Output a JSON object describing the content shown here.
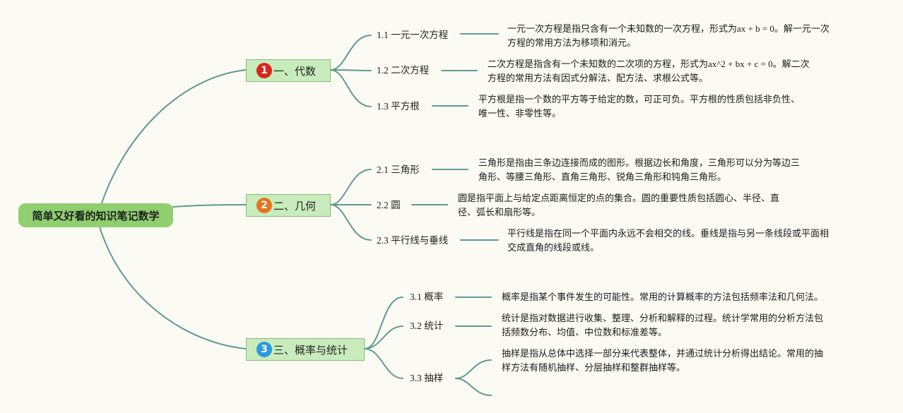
{
  "root": {
    "title": "简单又好看的知识笔记数学"
  },
  "branches": [
    {
      "number": "1",
      "badge_color": "#d9261c",
      "title": "一、代数",
      "items": [
        {
          "label": "1.1 一元一次方程",
          "desc": [
            "一元一次方程是指只含有一个未知数的一次方程，形式为ax + b = 0。解一元一次",
            "方程的常用方法为移项和消元。"
          ]
        },
        {
          "label": "1.2 二次方程",
          "desc": [
            "二次方程是指含有一个未知数的二次项的方程，形式为ax^2 + bx + c = 0。解二次",
            "方程的常用方法有因式分解法、配方法、求根公式等。"
          ]
        },
        {
          "label": "1.3 平方根",
          "desc": [
            "平方根是指一个数的平方等于给定的数，可正可负。平方根的性质包括非负性、",
            "唯一性、非零性等。"
          ]
        }
      ]
    },
    {
      "number": "2",
      "badge_color": "#e8741e",
      "title": "二、几何",
      "items": [
        {
          "label": "2.1 三角形",
          "desc": [
            "三角形是指由三条边连接而成的图形。根据边长和角度，三角形可以分为等边三",
            "角形、等腰三角形、直角三角形、锐角三角形和钝角三角形。"
          ]
        },
        {
          "label": "2.2 圆",
          "desc": [
            "圆是指平面上与给定点距离恒定的点的集合。圆的重要性质包括圆心、半径、直",
            "径、弧长和扇形等。"
          ]
        },
        {
          "label": "2.3 平行线与垂线",
          "desc": [
            "平行线是指在同一个平面内永远不会相交的线。垂线是指与另一条线段或平面相",
            "交成直角的线段或线。"
          ]
        }
      ]
    },
    {
      "number": "3",
      "badge_color": "#2a9ae0",
      "title": "三、概率与统计",
      "items": [
        {
          "label": "3.1 概率",
          "desc": [
            "概率是指某个事件发生的可能性。常用的计算概率的方法包括频率法和几何法。"
          ]
        },
        {
          "label": "3.2 统计",
          "desc": [
            "统计是指对数据进行收集、整理、分析和解释的过程。统计学常用的分析方法包",
            "括频数分布、均值、中位数和标准差等。"
          ]
        },
        {
          "label": "3.3 抽样",
          "desc": [
            "抽样是指从总体中选择一部分来代表整体，并通过统计分析得出结论。常用的抽",
            "样方法有随机抽样、分层抽样和整群抽样等。"
          ]
        }
      ]
    }
  ],
  "colors": {
    "connector": "#5f9a90",
    "root_fill": "#8fcf6f",
    "topic_fill": "#c9ecbd"
  }
}
